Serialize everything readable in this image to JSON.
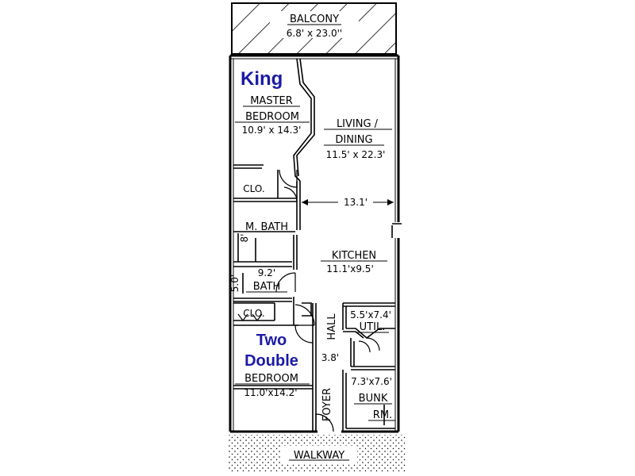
{
  "colors": {
    "ink": "#000000",
    "bed_annotation": "#1a1aa6",
    "background": "#ffffff"
  },
  "balcony": {
    "name": "BALCONY",
    "dims": "6.8' x 23.0''"
  },
  "master_bedroom": {
    "annotation": "King",
    "name_line1": "MASTER",
    "name_line2": "BEDROOM",
    "dims": "10.9' x 14.3'"
  },
  "living_dining": {
    "name_line1": "LIVING /",
    "name_line2": "DINING",
    "dims": "11.5' x 22.3'"
  },
  "closet_master": {
    "name": "CLO."
  },
  "width_dimension": {
    "value": "13.1'"
  },
  "master_bath": {
    "name": "M. BATH",
    "side_dim": "8'"
  },
  "kitchen": {
    "name": "KITCHEN",
    "dims": "11.1'x9.5'"
  },
  "bath": {
    "top_dim": "9.2'",
    "name": "BATH",
    "side_dim": "5.0'"
  },
  "closet_second": {
    "name": "CLO."
  },
  "utility": {
    "dims": "5.5'x7.4'",
    "name": "UTIL."
  },
  "hall": {
    "name": "HALL",
    "width": "3.8'"
  },
  "second_bedroom": {
    "annotation_line1": "Two",
    "annotation_line2": "Double",
    "name": "BEDROOM",
    "dims": "11.0'x14.2'"
  },
  "bunk_room": {
    "dims": "7.3'x7.6'",
    "name_line1": "BUNK",
    "name_line2": "RM."
  },
  "foyer": {
    "name": "FOYER"
  },
  "walkway": {
    "name": "WALKWAY"
  }
}
